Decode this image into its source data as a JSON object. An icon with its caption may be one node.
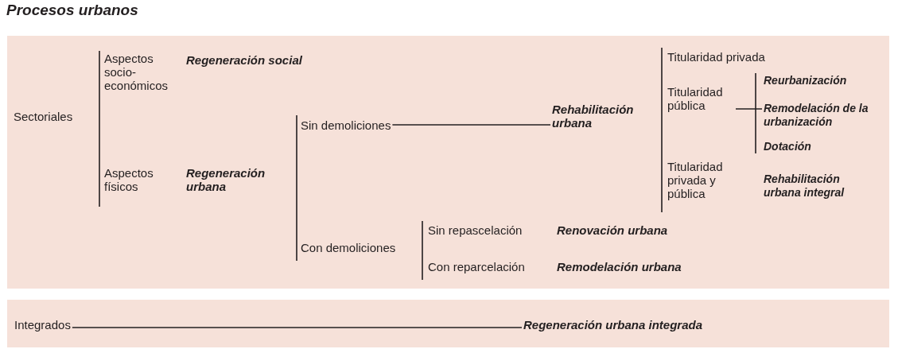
{
  "diagram": {
    "title": "Procesos urbanos",
    "nodes": [
      {
        "text": [],
        "shape": "box"
      },
      {
        "text": [
          "Sectoriales"
        ],
        "in": 0
      },
      {
        "text": [
          "Aspectos socio-económicos"
        ],
        "in": 0
      },
      {
        "text": [
          "Regeneración social"
        ],
        "in": 0
      },
      {
        "text": [
          "Aspectos físicos"
        ],
        "in": 0
      },
      {
        "text": [
          "Regeneración urbana"
        ],
        "in": 0
      },
      {
        "text": [
          "Sin demoliciones"
        ],
        "in": 0
      },
      {
        "text": [
          "Con demoliciones"
        ],
        "in": 0
      },
      {
        "text": [
          "Rehabilitación urbana"
        ],
        "in": 0
      },
      {
        "text": [
          "Sin repascelación"
        ],
        "in": 0
      },
      {
        "text": [
          "Renovación urbana"
        ],
        "in": 0
      },
      {
        "text": [
          "Con reparcelación"
        ],
        "in": 0
      },
      {
        "text": [
          "Remodelación urbana"
        ],
        "in": 0
      },
      {
        "text": [
          "Titularidad privada"
        ],
        "in": 0
      },
      {
        "text": [
          "Titularidad pública"
        ],
        "in": 0
      },
      {
        "text": [
          "Reurbanización"
        ],
        "in": 0
      },
      {
        "text": [
          "Remodelación de la urbanización"
        ],
        "in": 0
      },
      {
        "text": [
          "Dotación"
        ],
        "in": 0
      },
      {
        "text": [
          "Titularidad privada y pública"
        ],
        "in": 0
      },
      {
        "text": [
          "Rehabilitación urbana integral"
        ],
        "in": 0
      },
      {
        "text": [],
        "shape": "box"
      },
      {
        "text": [
          "Integrados"
        ],
        "in": 20
      },
      {
        "text": [
          "Regeneración urbana integrada"
        ],
        "in": 20
      }
    ],
    "edges": [
      {
        "from": 6,
        "to": 8,
        "arrow": "none"
      },
      {
        "from": 14,
        "to": 16,
        "arrow": "none"
      },
      {
        "from": 21,
        "to": 22,
        "arrow": "none"
      }
    ]
  }
}
